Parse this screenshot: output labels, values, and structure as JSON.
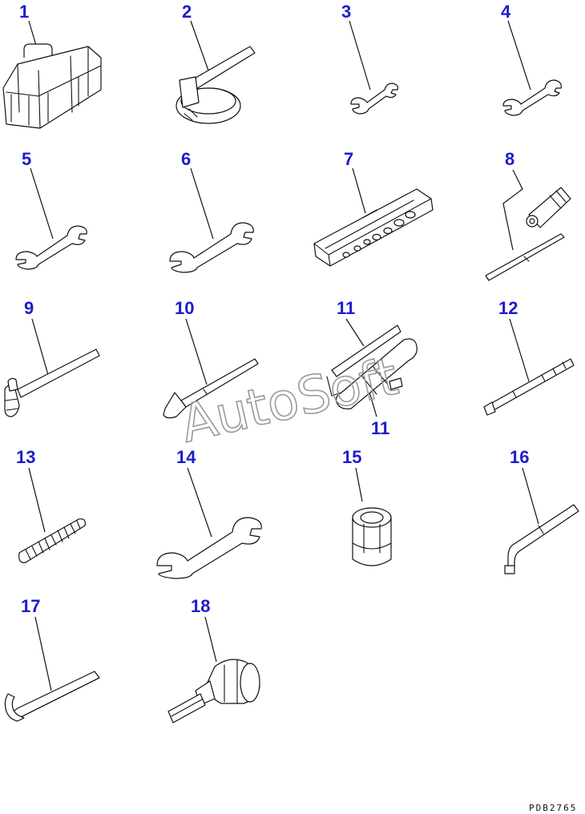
{
  "figure": {
    "parts": [
      {
        "label": "1",
        "icon": "tool-bag-icon"
      },
      {
        "label": "2",
        "icon": "filter-strap-wrench-icon"
      },
      {
        "label": "3",
        "icon": "small-open-end-wrench-icon"
      },
      {
        "label": "4",
        "icon": "small-open-end-wrench-icon"
      },
      {
        "label": "5",
        "icon": "open-end-wrench-icon"
      },
      {
        "label": "6",
        "icon": "open-end-wrench-icon"
      },
      {
        "label": "7",
        "icon": "socket-set-case-icon"
      },
      {
        "label": "8",
        "icon": "screwdriver-set-icon"
      },
      {
        "label": "9",
        "icon": "hammer-icon"
      },
      {
        "label": "10",
        "icon": "pry-bar-icon"
      },
      {
        "label": "11",
        "icon": "grease-gun-icon"
      },
      {
        "label": "12",
        "icon": "extension-bar-icon"
      },
      {
        "label": "13",
        "icon": "spring-icon"
      },
      {
        "label": "14",
        "icon": "large-open-end-wrench-icon"
      },
      {
        "label": "15",
        "icon": "socket-icon"
      },
      {
        "label": "16",
        "icon": "l-handle-wrench-icon"
      },
      {
        "label": "17",
        "icon": "hex-key-icon"
      },
      {
        "label": "18",
        "icon": "hex-bit-socket-icon"
      }
    ],
    "callout_11_second": "11",
    "watermark": "AutoSoft",
    "drawing_code": "PDB2765",
    "label_color": "#1c1ccc"
  }
}
